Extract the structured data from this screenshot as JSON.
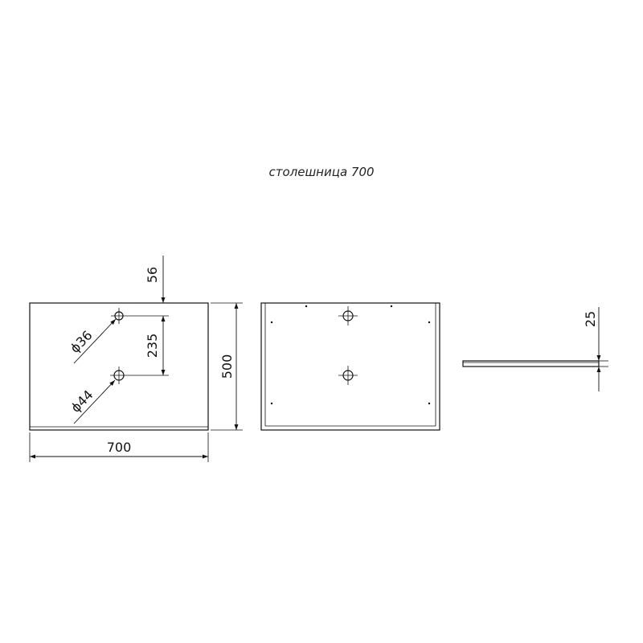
{
  "title": "столешница 700",
  "front_view": {
    "dim_width": "700",
    "dim_depth": "500",
    "dim_hole_offset": "56",
    "dim_hole_spacing": "235",
    "hole_top_diameter": "ϕ36",
    "hole_bottom_diameter": "ϕ44"
  },
  "side_view": {
    "dim_thickness": "25"
  }
}
